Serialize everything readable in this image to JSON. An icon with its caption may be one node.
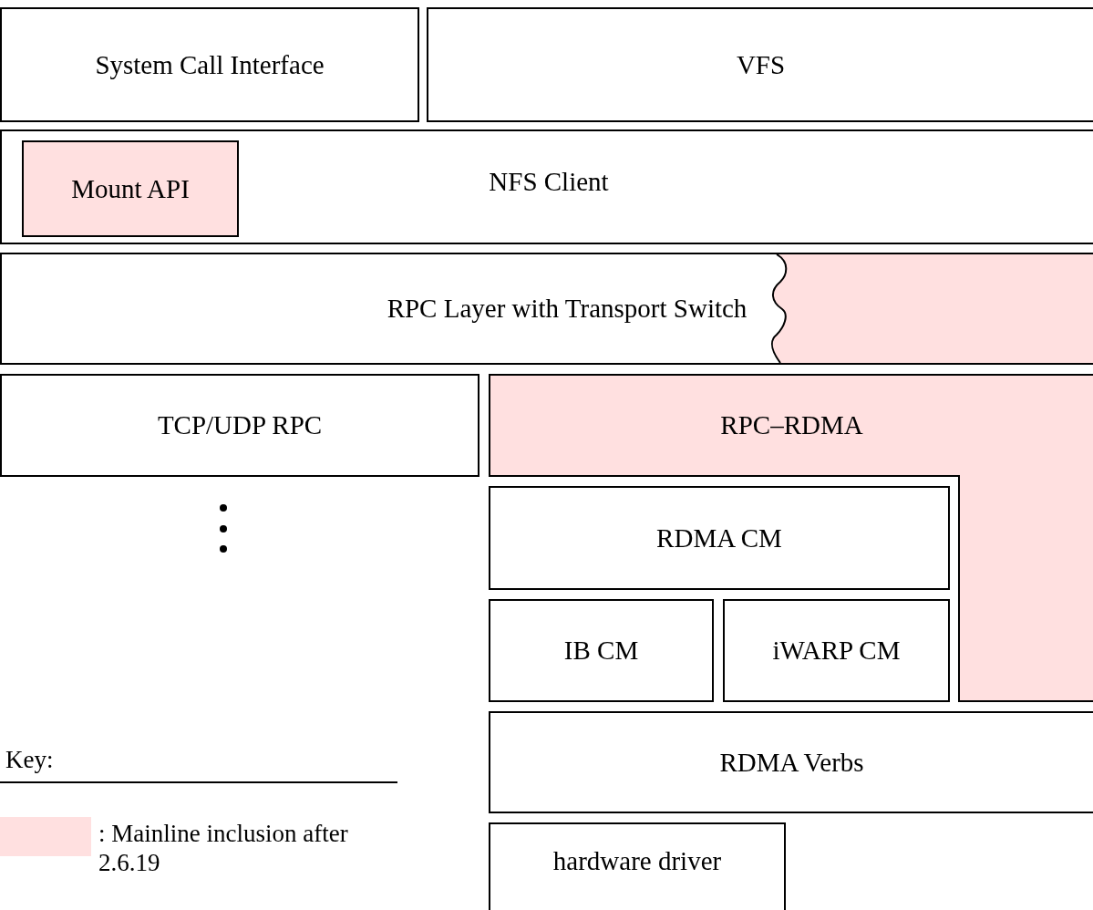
{
  "diagram": {
    "nodes": [
      {
        "text": [
          "System Call Interface"
        ]
      },
      {
        "text": [
          "VFS"
        ]
      },
      {
        "text": [
          "NFS Client"
        ]
      },
      {
        "text": [
          "Mount API"
        ],
        "in": 2
      },
      {
        "text": [
          "RPC Layer with Transport Switch"
        ]
      },
      {
        "text": [
          "TCP/UDP RPC"
        ]
      },
      {
        "text": [
          "RPC–RDMA"
        ]
      },
      {
        "text": [
          "RDMA CM"
        ]
      },
      {
        "text": [
          "IB CM"
        ]
      },
      {
        "text": [
          "iWARP CM"
        ]
      },
      {
        "text": [
          "RDMA Verbs"
        ]
      },
      {
        "text": [
          "hardware driver"
        ]
      }
    ],
    "labels": [
      "Key:"
    ],
    "legend": [
      {
        "text": ": Mainline inclusion after 2.6.19",
        "color": "#ffe0e0"
      }
    ]
  }
}
